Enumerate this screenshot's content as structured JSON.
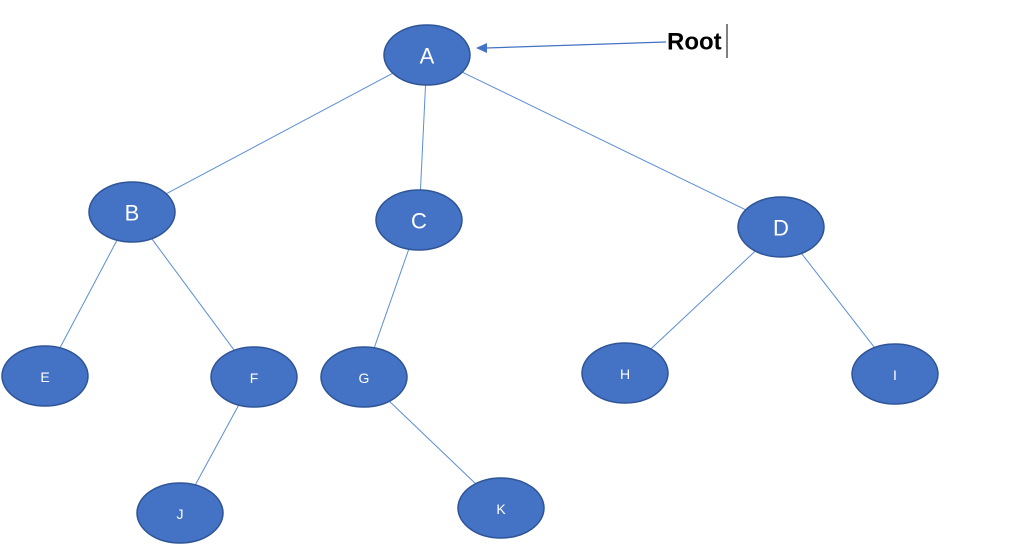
{
  "diagram": {
    "type": "tree",
    "root_annotation": "Root",
    "nodes": [
      {
        "id": "A",
        "label": "A",
        "level": 0
      },
      {
        "id": "B",
        "label": "B",
        "level": 1
      },
      {
        "id": "C",
        "label": "C",
        "level": 1
      },
      {
        "id": "D",
        "label": "D",
        "level": 1
      },
      {
        "id": "E",
        "label": "E",
        "level": 2
      },
      {
        "id": "F",
        "label": "F",
        "level": 2
      },
      {
        "id": "G",
        "label": "G",
        "level": 2
      },
      {
        "id": "H",
        "label": "H",
        "level": 2
      },
      {
        "id": "I",
        "label": "I",
        "level": 2
      },
      {
        "id": "J",
        "label": "J",
        "level": 3
      },
      {
        "id": "K",
        "label": "K",
        "level": 3
      }
    ],
    "edges": [
      {
        "from": "A",
        "to": "B"
      },
      {
        "from": "A",
        "to": "C"
      },
      {
        "from": "A",
        "to": "D"
      },
      {
        "from": "B",
        "to": "E"
      },
      {
        "from": "B",
        "to": "F"
      },
      {
        "from": "C",
        "to": "G"
      },
      {
        "from": "D",
        "to": "H"
      },
      {
        "from": "D",
        "to": "I"
      },
      {
        "from": "F",
        "to": "J"
      },
      {
        "from": "G",
        "to": "K"
      }
    ],
    "colors": {
      "node_fill": "#4472c4",
      "node_border": "#2f5597",
      "edge": "#5b8ed6",
      "label": "#ffffff"
    }
  }
}
